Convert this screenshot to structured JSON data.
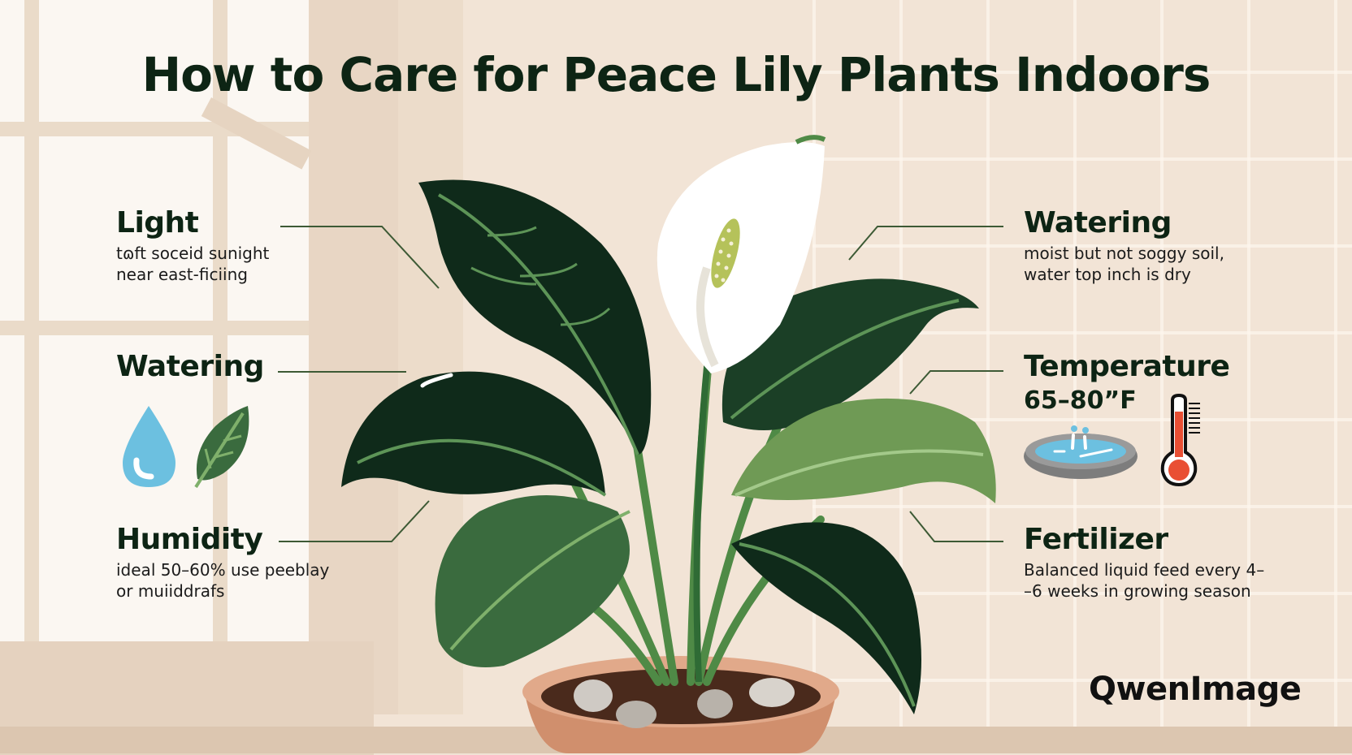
{
  "title": "How to Care for Peace Lily Plants Indoors",
  "left_sections": [
    {
      "heading": "Light",
      "lines": [
        "tɷft soceid sunight",
        "near east-ficiing"
      ]
    },
    {
      "heading": "Watering",
      "icons": [
        "water-drop-icon",
        "leaf-icon"
      ]
    },
    {
      "heading": "Humidity",
      "lines": [
        "ideal 50–60% use peeblay",
        "or muiiddrafs"
      ]
    }
  ],
  "right_sections": [
    {
      "heading": "Watering",
      "lines": [
        "moist but not soggy soil,",
        "water top inch is dry"
      ]
    },
    {
      "heading": "Temperature",
      "value": "65–80”F",
      "icons": [
        "pebble-tray-icon",
        "thermometer-icon"
      ]
    },
    {
      "heading": "Fertilizer",
      "lines": [
        "Balanced liquid feed every 4–",
        "–6 weeks in growing season"
      ]
    }
  ],
  "watermark": "QwenImage",
  "colors": {
    "heading": "#0d2414",
    "background": "#f2e4d6",
    "leaf_dark": "#0f2a1a",
    "leaf_mid": "#3a6b3e",
    "leaf_light": "#6f9a55",
    "vein": "#6fa060",
    "spathe": "#ffffff",
    "spadix": "#b5c25a",
    "pot": "#d79a78",
    "soil": "#4a2a1c",
    "water": "#6cc0e0",
    "thermo_red": "#e94f34"
  }
}
